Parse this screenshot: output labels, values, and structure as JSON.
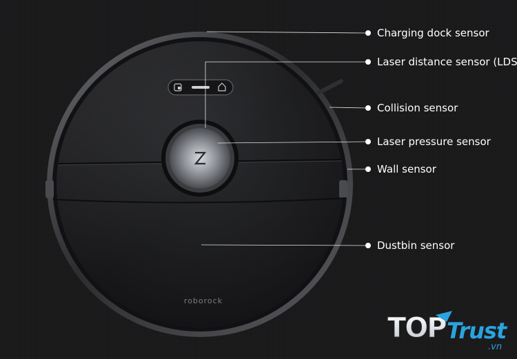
{
  "brand": {
    "robot_logo": "roborock"
  },
  "sensors": [
    {
      "id": "charging-dock-sensor",
      "label": "Charging dock sensor"
    },
    {
      "id": "laser-distance-sensor",
      "label": "Laser distance sensor (LDS)"
    },
    {
      "id": "collision-sensor",
      "label": "Collision sensor"
    },
    {
      "id": "laser-pressure-sensor",
      "label": "Laser pressure sensor"
    },
    {
      "id": "wall-sensor",
      "label": "Wall sensor"
    },
    {
      "id": "dustbin-sensor",
      "label": "Dustbin sensor"
    }
  ],
  "watermark": {
    "text_top": "TOP",
    "text_trust": "Trust",
    "text_domain": ".vn"
  },
  "colors": {
    "background": "#1a1a1b",
    "robot_body": "#1d1e20",
    "bumper": "#3a3b3e",
    "leader_line": "#e6e6e6",
    "watermark_blue": "#2aa3e0"
  },
  "icons": {
    "map_button": "map-icon",
    "dock_button": "home-icon",
    "center_button": "z-logo-icon"
  }
}
